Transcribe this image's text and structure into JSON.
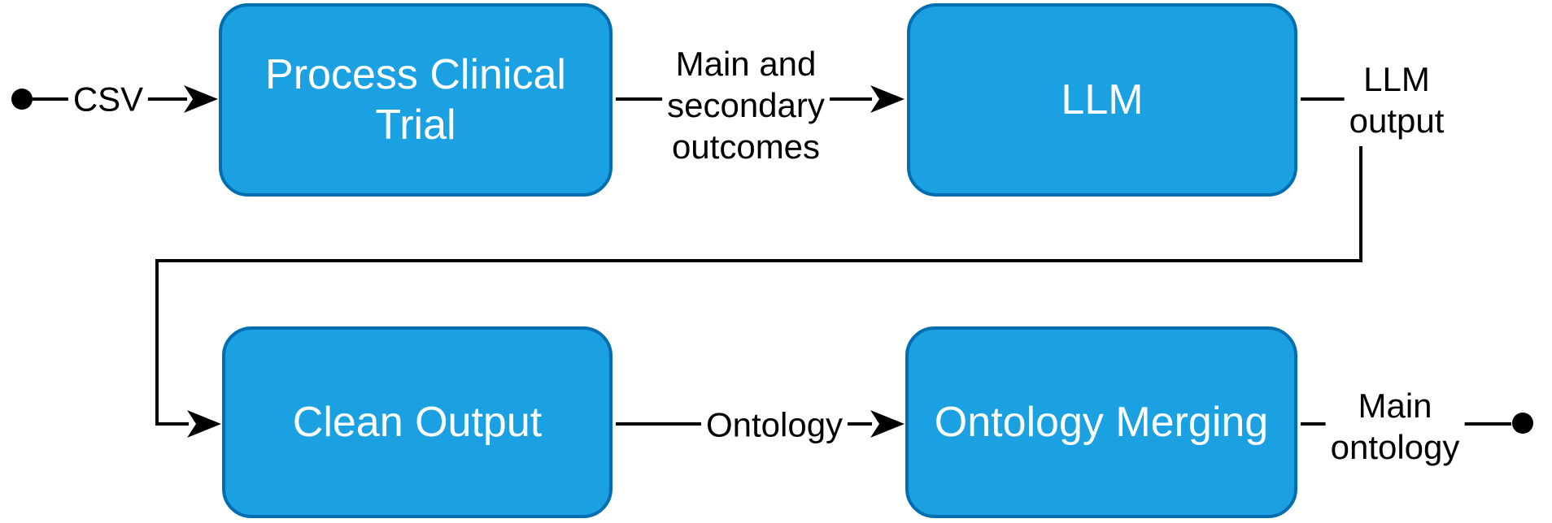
{
  "diagram": {
    "type": "flowchart",
    "colors": {
      "node_fill": "#1ba1e2",
      "node_border": "#006eaf",
      "node_text": "#ffffff",
      "edge_color": "#000000",
      "label_text": "#000000",
      "label_background": "#ffffff",
      "canvas_background": "#ffffff"
    },
    "nodes": [
      {
        "id": "process-clinical-trial",
        "label": "Process Clinical Trial"
      },
      {
        "id": "llm",
        "label": "LLM"
      },
      {
        "id": "clean-output",
        "label": "Clean Output"
      },
      {
        "id": "ontology-merging",
        "label": "Ontology Merging"
      }
    ],
    "edges": [
      {
        "from": "start",
        "to": "process-clinical-trial",
        "label": "CSV"
      },
      {
        "from": "process-clinical-trial",
        "to": "llm",
        "label": "Main and\nsecondary\noutcomes"
      },
      {
        "from": "llm",
        "to": "clean-output",
        "label": "LLM\noutput"
      },
      {
        "from": "clean-output",
        "to": "ontology-merging",
        "label": "Ontology"
      },
      {
        "from": "ontology-merging",
        "to": "end",
        "label": "Main\nontology"
      }
    ]
  }
}
